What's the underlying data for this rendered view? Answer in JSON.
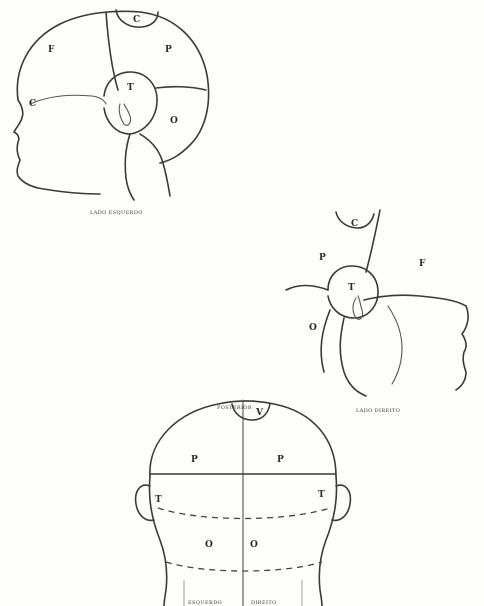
{
  "left_view": {
    "caption": "LADO ESQUERDO",
    "regions": {
      "frontal": "F",
      "coronal": "C",
      "parietal": "P",
      "temporal": "T",
      "occipital": "O",
      "side": "C"
    }
  },
  "right_view": {
    "caption": "LADO DIREITO",
    "regions": {
      "coronal": "C",
      "parietal": "P",
      "frontal": "F",
      "temporal": "T",
      "occipital": "O"
    }
  },
  "back_view": {
    "top_label": "POSTERIOR",
    "regions": {
      "vertex": "V",
      "parietal_left": "P",
      "parietal_right": "P",
      "temporal_left": "T",
      "temporal_right": "T",
      "occipital_left": "O",
      "occipital_right": "O"
    },
    "bottom_left": "ESQUERDO",
    "bottom_right": "DIREITO"
  }
}
